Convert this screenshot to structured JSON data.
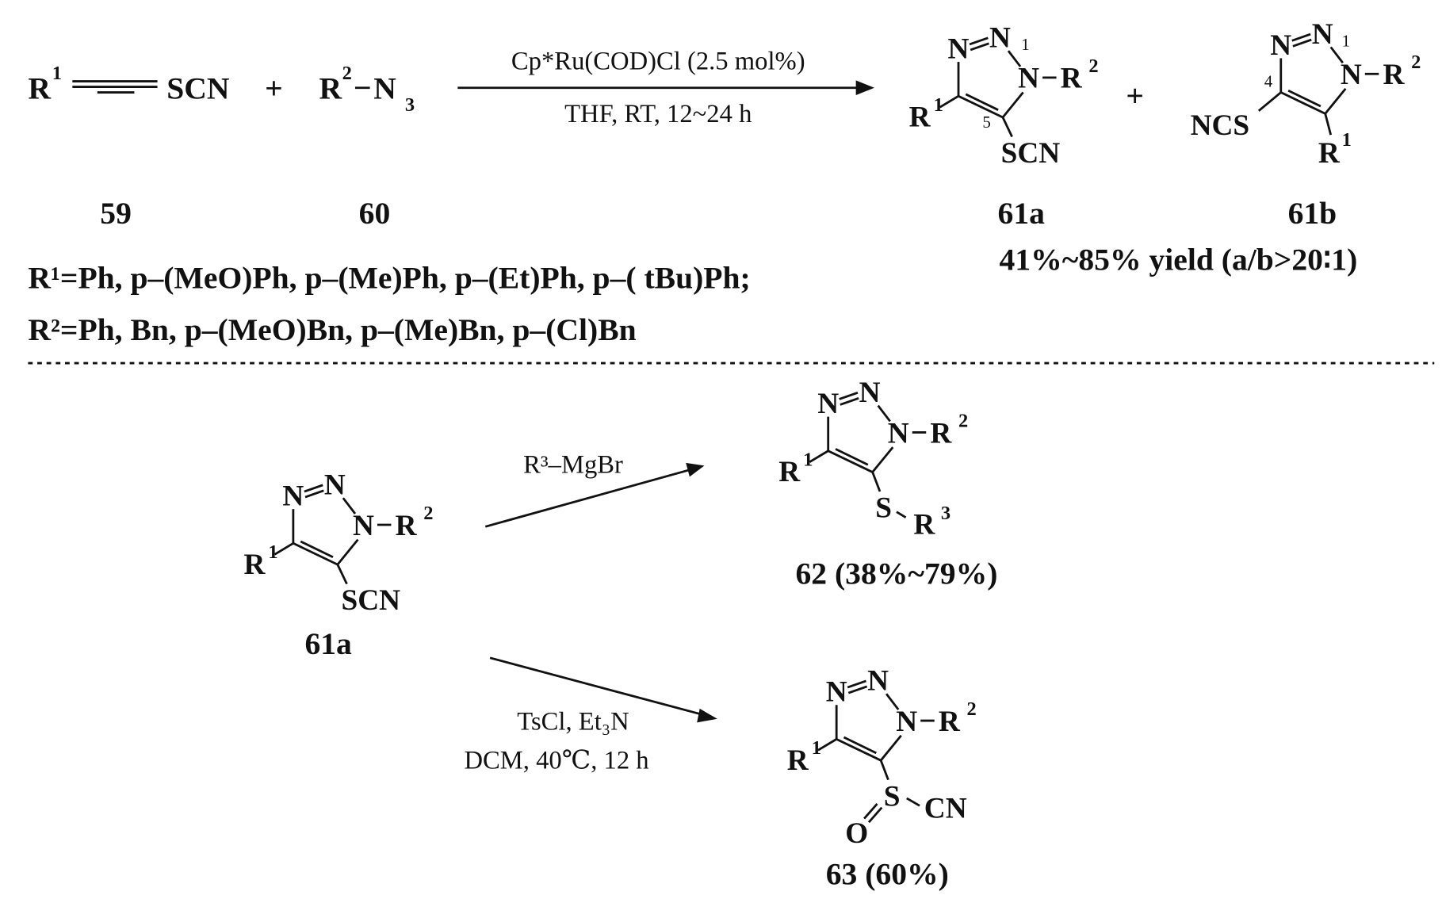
{
  "atoms": {
    "N": "N",
    "R": "R",
    "one": "1",
    "two": "2",
    "three": "3",
    "dash": "–"
  },
  "scheme1": {
    "reactant1_group": "SCN",
    "plus": "+",
    "azide_n": "N",
    "azide_sub": "3",
    "conditions_top": "Cp*Ru(COD)Cl (2.5 mol%)",
    "conditions_bottom": "THF, RT, 12~24 h",
    "product_a": {
      "sub_group": "SCN",
      "ring_num_1": "1",
      "ring_num_5": "5"
    },
    "product_b": {
      "sub_group": "NCS",
      "ring_num_1": "1",
      "ring_num_4": "4"
    },
    "labels": {
      "c59": "59",
      "c60": "60",
      "c61a": "61a",
      "c61b": "61b"
    },
    "yield": "41%~85% yield (a/b>20∶1)",
    "r1_definition": "R¹=Ph, p–(MeO)Ph, p–(Me)Ph, p–(Et)Ph, p–( tBu)Ph;",
    "r2_definition": "R²=Ph, Bn, p–(MeO)Bn, p–(Me)Bn, p–(Cl)Bn"
  },
  "scheme2": {
    "start_group": "SCN",
    "start_label": "61a",
    "reagent_1": "R³–MgBr",
    "reagent_2_line1": "TsCl, Et₃N",
    "reagent_2_line2": "DCM, 40℃, 12 h",
    "p62": {
      "s": "S",
      "label": "62 (38%~79%)"
    },
    "p63": {
      "s": "S",
      "cn": "CN",
      "o": "O",
      "label": "63 (60%)"
    }
  }
}
